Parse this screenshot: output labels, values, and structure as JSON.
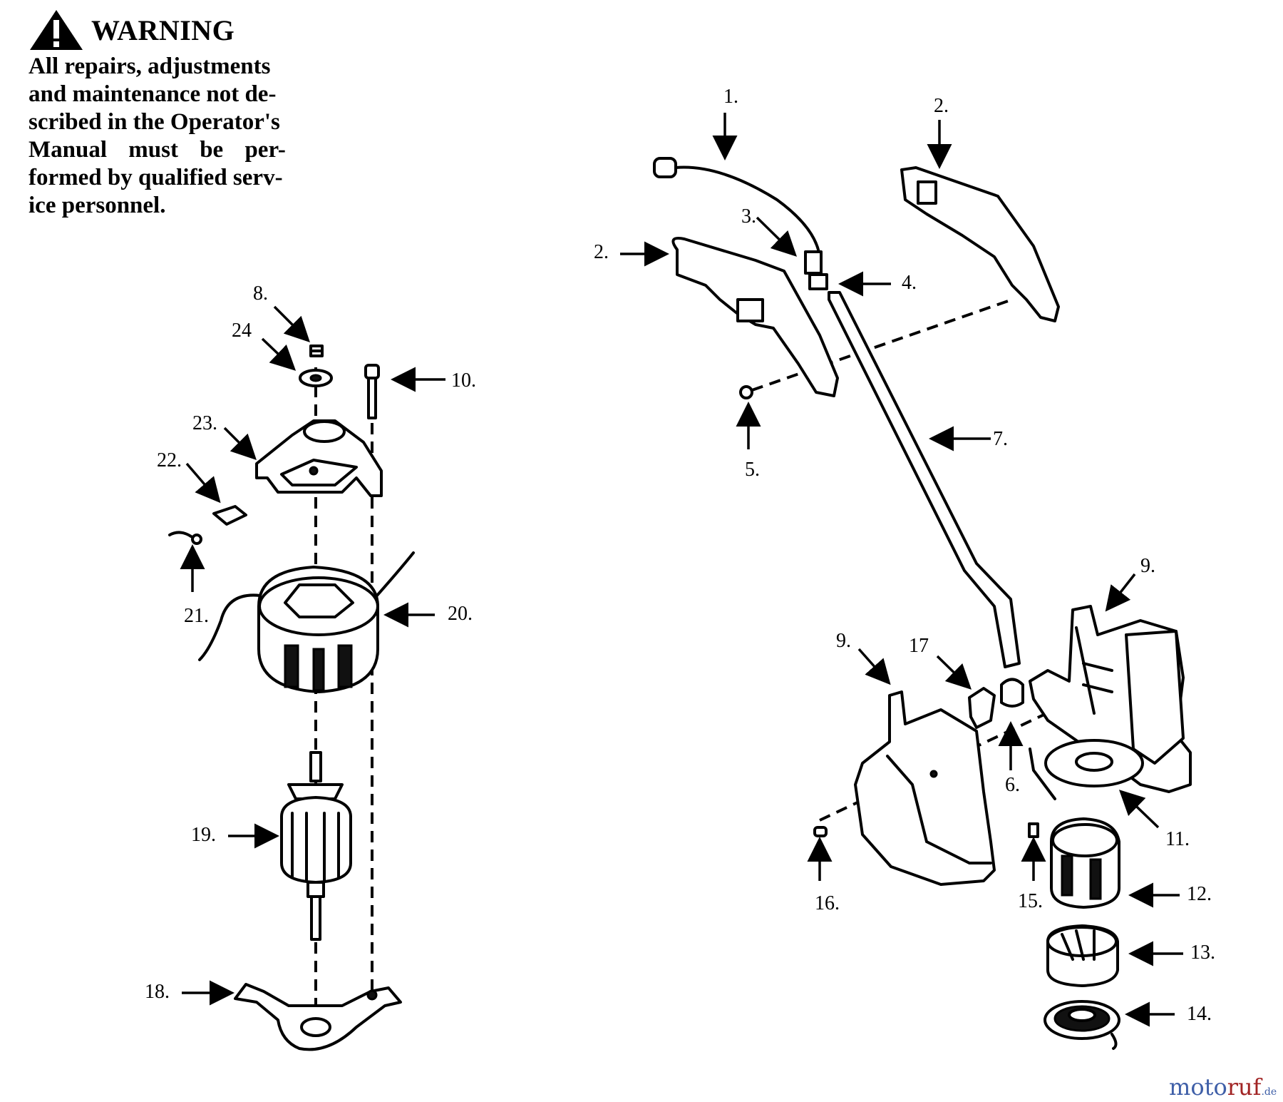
{
  "warning": {
    "heading": "WARNING",
    "lines": [
      "All repairs, adjustments",
      "and maintenance not de-",
      "scribed in the Operator's",
      "Manual must be per-",
      "formed by qualified serv-",
      "ice personnel."
    ]
  },
  "labels": {
    "l1": "1.",
    "l2a": "2.",
    "l2b": "2.",
    "l3": "3.",
    "l4": "4.",
    "l5": "5.",
    "l6": "6.",
    "l7": "7.",
    "l8": "8.",
    "l9a": "9.",
    "l9b": "9.",
    "l10": "10.",
    "l11": "11.",
    "l12": "12.",
    "l13": "13.",
    "l14": "14.",
    "l15": "15.",
    "l16": "16.",
    "l17": "17",
    "l18": "18.",
    "l19": "19.",
    "l20": "20.",
    "l21": "21.",
    "l22": "22.",
    "l23": "23.",
    "l24": "24"
  },
  "logo": {
    "part1": "moto",
    "part2": "ruf",
    "part3": ".de"
  }
}
